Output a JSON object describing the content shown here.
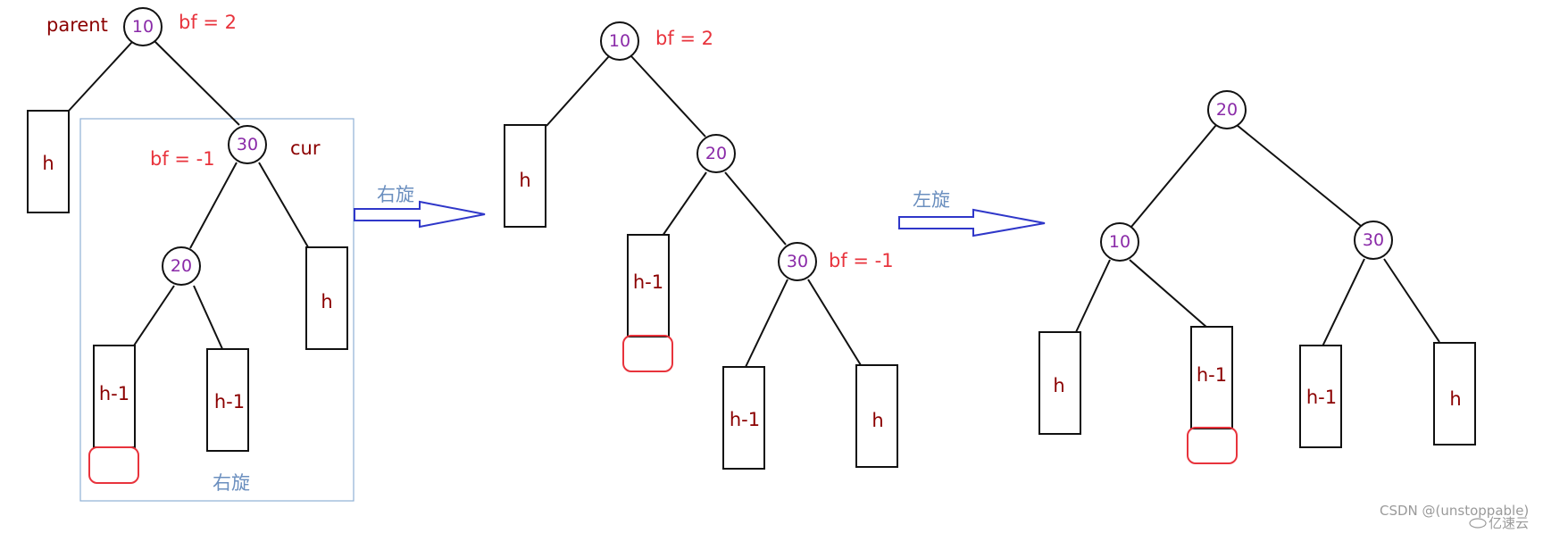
{
  "labels": {
    "parent": "parent",
    "cur": "cur",
    "bf_plus_2": "bf = 2",
    "bf_minus_1": "bf = -1",
    "right_rotate": "右旋",
    "left_rotate": "左旋"
  },
  "nodes": {
    "n10": "10",
    "n20": "20",
    "n30": "30"
  },
  "subtrees": {
    "h": "h",
    "h_minus_1": "h-1"
  },
  "watermark": "CSDN @(unstoppable)",
  "logo_text": "亿速云",
  "colors": {
    "node_text": "#8a2aa8",
    "bf_text": "#e8333c",
    "box_text": "#8b0000",
    "arrow": "#2f37c9",
    "rotate_label": "#6b8fbf"
  }
}
